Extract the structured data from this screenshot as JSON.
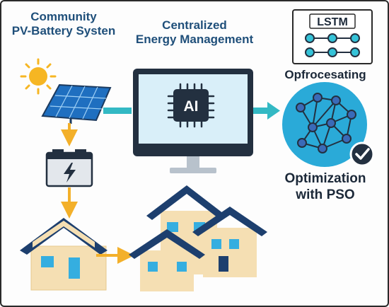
{
  "labels": {
    "pv_title_line1": "Community",
    "pv_title_line2": "PV-Battery Systen",
    "ems_title_line1": "Centralized",
    "ems_title_line2": "Energy Management",
    "ai_chip": "AI",
    "lstm_box": "LSTM",
    "forecasting": "Opfrocesating",
    "pso_line1": "Optimization",
    "pso_line2": "with PSO"
  },
  "icons": {
    "sun": "sun-icon",
    "solar_panel": "solar-panel-icon",
    "battery": "battery-icon",
    "monitor": "monitor-icon",
    "chip": "ai-chip-icon",
    "neural_net": "neural-network-icon",
    "check": "check-icon",
    "house": "house-icon",
    "houses": "houses-cluster-icon"
  },
  "colors": {
    "title_blue": "#1f4f7a",
    "sun_yellow": "#f6b623",
    "arrow_orange": "#f3b02a",
    "arrow_teal": "#33b9c4",
    "panel_blue": "#1f6fc0",
    "house_wall": "#f5dfb3",
    "house_roof": "#1d3f6e",
    "window_blue": "#35aee0",
    "globe_teal": "#2aaad8",
    "screen_bg": "#d9eff9",
    "monitor_frame": "#233040"
  }
}
